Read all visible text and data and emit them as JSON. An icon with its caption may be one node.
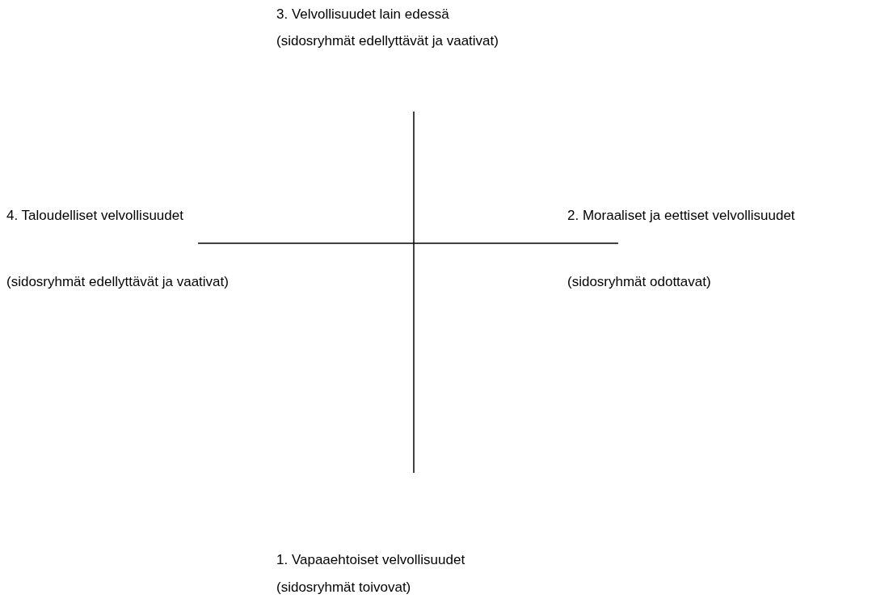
{
  "diagram": {
    "labels": [
      "3. Velvollisuudet lain edessä",
      "(sidosryhmät edellyttävät ja vaativat)",
      "4. Taloudelliset velvollisuudet",
      "2. Moraaliset ja eettiset velvollisuudet",
      "(sidosryhmät edellyttävät ja vaativat)",
      "(sidosryhmät odottavat)",
      "1. Vapaaehtoiset velvollisuudet",
      "(sidosryhmät toivovat)"
    ]
  }
}
